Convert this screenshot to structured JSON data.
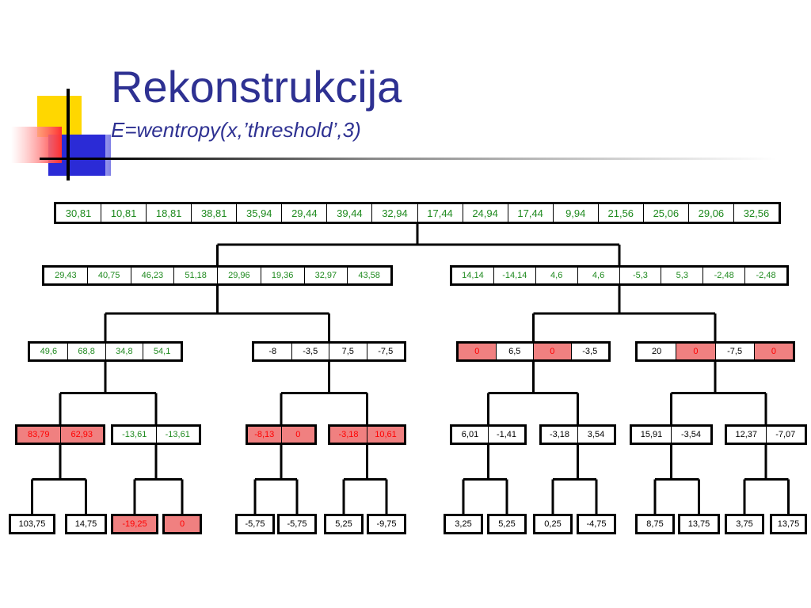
{
  "title": "Rekonstrukcija",
  "subtitle": "E=wentropy(x,’threshold’,3)",
  "colors": {
    "title": "#2e3192",
    "green_text": "#1f8a1f",
    "highlight_fill": "#f08080",
    "highlight_text": "#ff0000"
  },
  "tree": {
    "root": {
      "values": [
        "30,81",
        "10,81",
        "18,81",
        "38,81",
        "35,94",
        "29,44",
        "39,44",
        "32,94",
        "17,44",
        "24,94",
        "17,44",
        "9,94",
        "21,56",
        "25,06",
        "29,06",
        "32,56"
      ],
      "color": "green"
    },
    "level1": [
      {
        "values": [
          "29,43",
          "40,75",
          "46,23",
          "51,18",
          "29,96",
          "19,36",
          "32,97",
          "43,58"
        ],
        "color": "green"
      },
      {
        "values": [
          "14,14",
          "-14,14",
          "4,6",
          "4,6",
          "-5,3",
          "5,3",
          "-2,48",
          "-2,48"
        ],
        "color": "green"
      }
    ],
    "level2": [
      {
        "values": [
          "49,6",
          "68,8",
          "34,8",
          "54,1"
        ],
        "color": "green"
      },
      {
        "values": [
          "-8",
          "-3,5",
          "7,5",
          "-7,5"
        ],
        "color": "black"
      },
      {
        "values": [
          "0",
          "6,5",
          "0",
          "-3,5"
        ],
        "color": "black",
        "zeroed": [
          0,
          2
        ]
      },
      {
        "values": [
          "20",
          "0",
          "-7,5",
          "0"
        ],
        "color": "black",
        "zeroed": [
          1,
          3
        ]
      }
    ],
    "level3": [
      {
        "values": [
          "83,79",
          "62,93"
        ],
        "color": "black",
        "zeroed": [
          0,
          1
        ]
      },
      {
        "values": [
          "-13,61",
          "-13,61"
        ],
        "color": "green"
      },
      {
        "values": [
          "-8,13",
          "0"
        ],
        "color": "black",
        "zeroed": [
          0,
          1
        ]
      },
      {
        "values": [
          "-3,18",
          "10,61"
        ],
        "color": "black",
        "zeroed": [
          0,
          1
        ]
      },
      {
        "values": [
          "6,01",
          "-1,41"
        ],
        "color": "black"
      },
      {
        "values": [
          "-3,18",
          "3,54"
        ],
        "color": "black"
      },
      {
        "values": [
          "15,91",
          "-3,54"
        ],
        "color": "black"
      },
      {
        "values": [
          "12,37",
          "-7,07"
        ],
        "color": "black"
      }
    ],
    "level4": [
      {
        "values": [
          "103,75"
        ],
        "color": "black"
      },
      {
        "values": [
          "14,75"
        ],
        "color": "black"
      },
      {
        "values": [
          "-19,25"
        ],
        "color": "black",
        "zeroed": [
          0
        ]
      },
      {
        "values": [
          "0"
        ],
        "color": "black",
        "zeroed": [
          0
        ]
      },
      {
        "values": [
          "-5,75"
        ],
        "color": "black"
      },
      {
        "values": [
          "-5,75"
        ],
        "color": "black"
      },
      {
        "values": [
          "5,25"
        ],
        "color": "black"
      },
      {
        "values": [
          "-9,75"
        ],
        "color": "black"
      },
      {
        "values": [
          "3,25"
        ],
        "color": "black"
      },
      {
        "values": [
          "5,25"
        ],
        "color": "black"
      },
      {
        "values": [
          "0,25"
        ],
        "color": "black"
      },
      {
        "values": [
          "-4,75"
        ],
        "color": "black"
      },
      {
        "values": [
          "8,75"
        ],
        "color": "black"
      },
      {
        "values": [
          "13,75"
        ],
        "color": "black"
      },
      {
        "values": [
          "3,75"
        ],
        "color": "black"
      },
      {
        "values": [
          "13,75"
        ],
        "color": "black"
      }
    ]
  }
}
